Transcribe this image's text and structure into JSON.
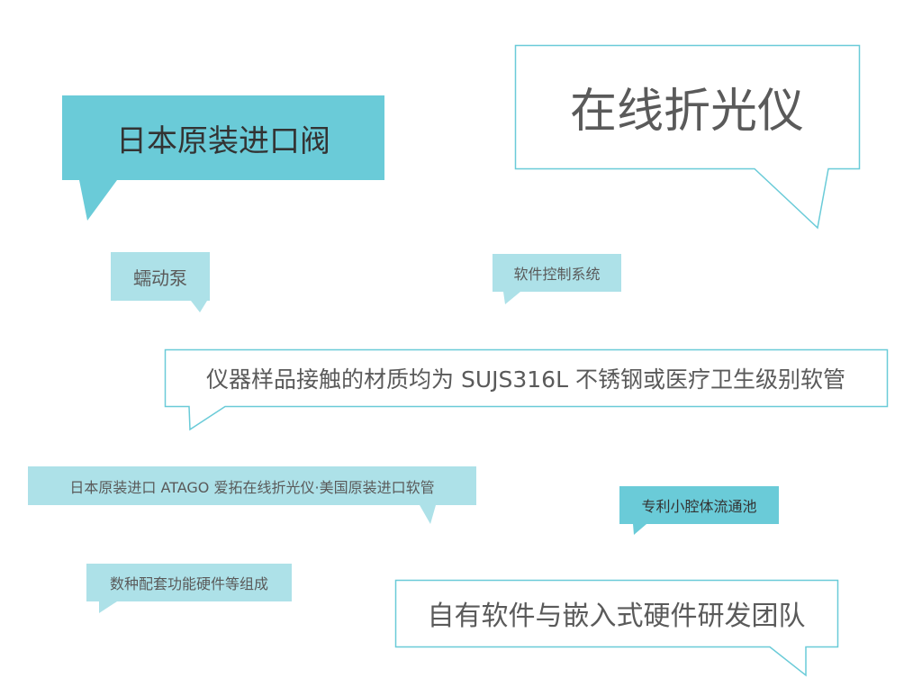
{
  "colors": {
    "dark": "#6acbd8",
    "light": "#ade1e8",
    "border": "#6acbd8",
    "text": "#5a5a5a"
  },
  "bubbles": {
    "valve": "日本原装进口阀",
    "refractometer": "在线折光仪",
    "pump": "蠕动泵",
    "software_control": "软件控制系统",
    "materials": "仪器样品接触的材质均为 SUJS316L 不锈钢或医疗卫生级别软管",
    "imports": "日本原装进口 ATAGO 爱拓在线折光仪·美国原装进口软管",
    "flow_cell": "专利小腔体流通池",
    "hardware": "数种配套功能硬件等组成",
    "team": "自有软件与嵌入式硬件研发团队"
  }
}
